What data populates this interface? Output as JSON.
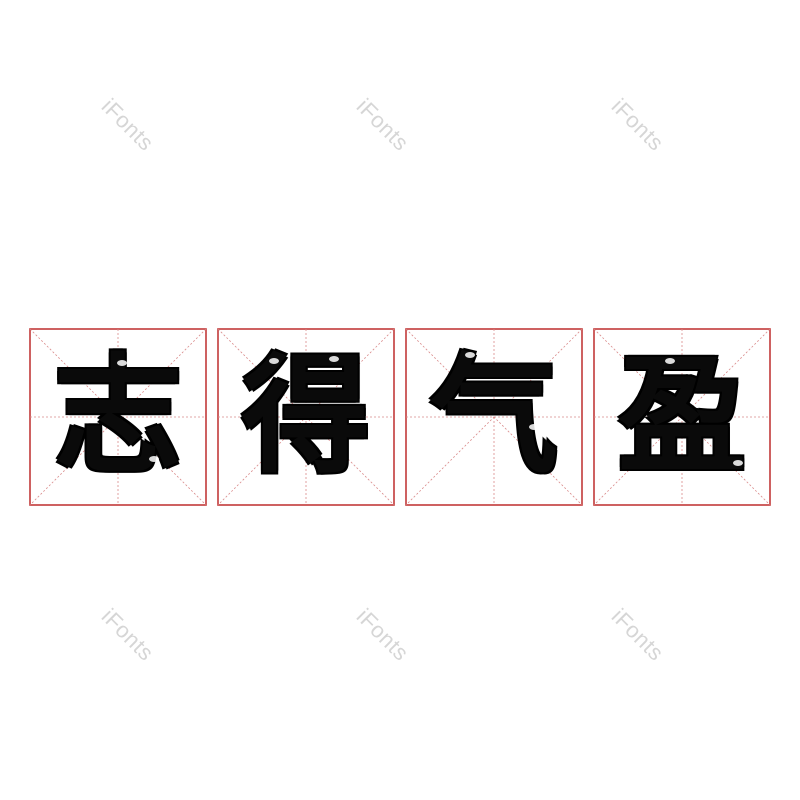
{
  "watermark": {
    "text": "iFonts"
  },
  "characters": [
    {
      "char": "志"
    },
    {
      "char": "得"
    },
    {
      "char": "气"
    },
    {
      "char": "盈"
    }
  ],
  "colors": {
    "grid_border": "#c23a3a",
    "grid_guides": "#d98a8a",
    "glyph": "#0a0a0a",
    "watermark": "#d6d6d6",
    "background": "#ffffff"
  }
}
